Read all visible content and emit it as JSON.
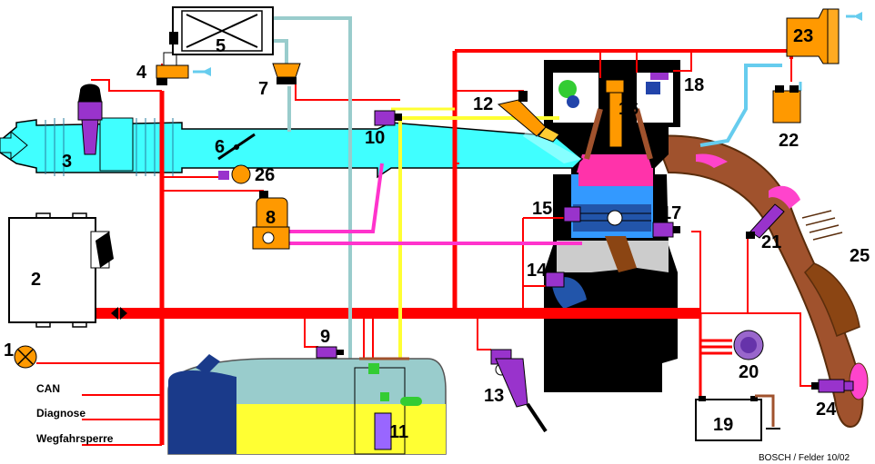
{
  "labels": {
    "n1": "1",
    "n2": "2",
    "n3": "3",
    "n4": "4",
    "n5": "5",
    "n6": "6",
    "n7": "7",
    "n8": "8",
    "n9": "9",
    "n10": "10",
    "n11": "11",
    "n12": "12",
    "n13": "13",
    "n14": "14",
    "n15": "15",
    "n16": "16",
    "n17": "17",
    "n18": "18",
    "n19": "19",
    "n20": "20",
    "n21": "21",
    "n22": "22",
    "n23": "23",
    "n24": "24",
    "n25": "25",
    "n26": "26"
  },
  "bus_labels": {
    "can": "CAN",
    "diagnose": "Diagnose",
    "wegfahrsperre": "Wegfahrsperre"
  },
  "credit": "BOSCH  / Felder  10/02",
  "colors": {
    "wire_red": "#ff0000",
    "intake_cyan": "#40ffff",
    "fuel_yellow": "#ffff33",
    "vapor_magenta": "#ff33cc",
    "sensor_purple": "#9933cc",
    "component_orange": "#ff9900",
    "exhaust_brown": "#a0522d",
    "engine_black": "#000000"
  }
}
